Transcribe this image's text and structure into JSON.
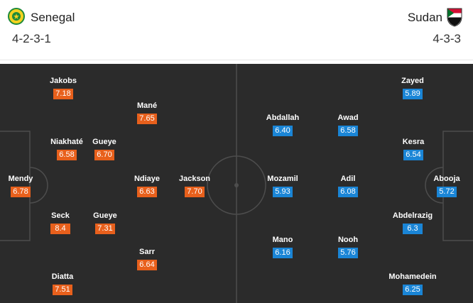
{
  "home": {
    "name": "Senegal",
    "formation": "4-2-3-1",
    "color": "#e8601c",
    "crest_icon": "senegal-crest-icon",
    "players": [
      {
        "name": "Jakobs",
        "rating": "7.18"
      },
      {
        "name": "Mané",
        "rating": "7.65"
      },
      {
        "name": "Niakhaté",
        "rating": "6.58"
      },
      {
        "name": "Gueye",
        "rating": "6.70"
      },
      {
        "name": "Mendy",
        "rating": "6.78"
      },
      {
        "name": "Ndiaye",
        "rating": "6.63"
      },
      {
        "name": "Jackson",
        "rating": "7.70"
      },
      {
        "name": "Seck",
        "rating": "8.4"
      },
      {
        "name": "Gueye",
        "rating": "7.31"
      },
      {
        "name": "Sarr",
        "rating": "6.64"
      },
      {
        "name": "Diatta",
        "rating": "7.51"
      }
    ]
  },
  "away": {
    "name": "Sudan",
    "formation": "4-3-3",
    "color": "#1a85d6",
    "crest_icon": "sudan-crest-icon",
    "players": [
      {
        "name": "Zayed",
        "rating": "5.89"
      },
      {
        "name": "Abdallah",
        "rating": "6.40"
      },
      {
        "name": "Awad",
        "rating": "6.58"
      },
      {
        "name": "Kesra",
        "rating": "6.54"
      },
      {
        "name": "Mozamil",
        "rating": "5.93"
      },
      {
        "name": "Adil",
        "rating": "6.08"
      },
      {
        "name": "Abooja",
        "rating": "5.72"
      },
      {
        "name": "Abdelrazig",
        "rating": "6.3"
      },
      {
        "name": "Mano",
        "rating": "6.16"
      },
      {
        "name": "Nooh",
        "rating": "5.76"
      },
      {
        "name": "Mohamedein",
        "rating": "6.25"
      }
    ]
  }
}
